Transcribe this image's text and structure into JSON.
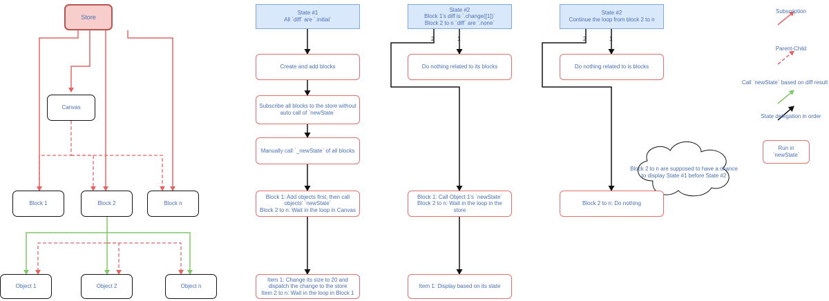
{
  "tree": {
    "store": "Store",
    "canvas": "Canvas",
    "block1": "Block 1",
    "block2": "Block 2",
    "blockn": "Block n",
    "object1": "Object 1",
    "object2": "Object 2",
    "objectn": "Object n"
  },
  "column1": {
    "header": "State #1\nAll `diff` are `.initial`",
    "steps": [
      "Create and add blocks",
      "Subscribe all blocks to the store without auto call of `newState`",
      "Manually call `_newState` of all blocks",
      "Block 1: Add objects first, then call objects' `newState`\nBlock 2 to n: Wait in the loop in Canvas",
      "Item 1: Change its size to 20 and dispatch the change to the store\nItem 2 to n: Wait in the loop in Block 1"
    ]
  },
  "column2": {
    "header": "State #2\nBlock 1's diff is `.change([1])`\nBlock 2 to n `diff` are `.none`",
    "port_left": "2",
    "port_right": "1",
    "steps": [
      "Do nothing related to its blocks",
      "Block 1: Call Object 1's `newState`\nBlock 2 to n: Wait in the loop in the store",
      "Item 1: Display based on its state"
    ]
  },
  "column3": {
    "header": "State #2\nContinue the loop from block 2 to n",
    "port_left": "2",
    "port_right": "1",
    "steps": [
      "Do nothing related to is blocks",
      "Block 2 to n: Do nothing"
    ]
  },
  "cloud": "Block 2 to n are supposed to have a chance\nto display State #1 before State #2",
  "legend": {
    "subscription": "Subscription",
    "parent_child": "Parent-Child",
    "call_newstate": "Call `newState` based on diff result",
    "state_delegation": "State delegation in order",
    "run_in": "Run in `newState`"
  },
  "colors": {
    "subscription": "#e06666",
    "parent_child": "#e06666",
    "call": "#82c56a",
    "delegation": "#111111",
    "header_fill": "#dae8fc",
    "store_fill": "#f8cecc"
  }
}
